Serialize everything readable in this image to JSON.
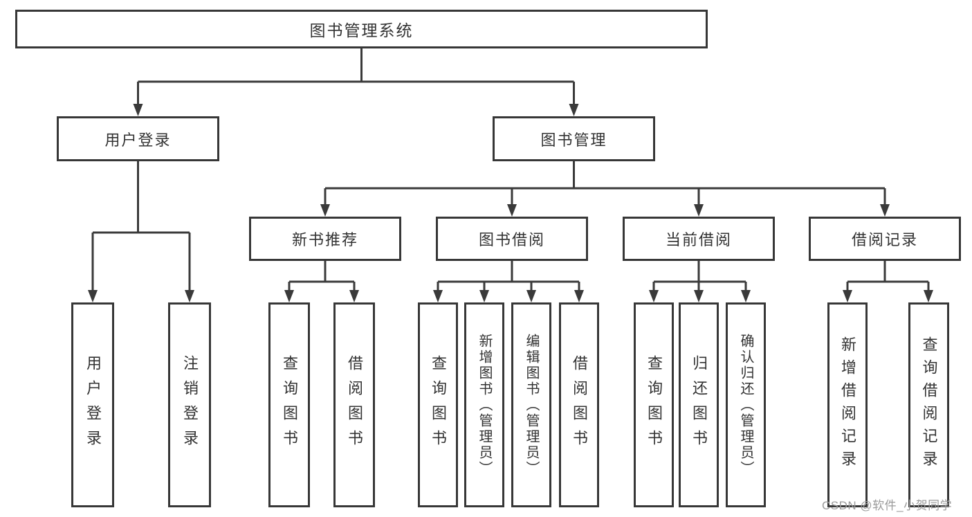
{
  "title": {
    "root": "图书管理系统"
  },
  "level2": [
    {
      "label": "用户登录"
    },
    {
      "label": "图书管理"
    }
  ],
  "level3": [
    {
      "label": "新书推荐"
    },
    {
      "label": "图书借阅"
    },
    {
      "label": "当前借阅"
    },
    {
      "label": "借阅记录"
    }
  ],
  "leaves": [
    {
      "label": "用户登录"
    },
    {
      "label": "注销登录"
    },
    {
      "label": "查询图书"
    },
    {
      "label": "借阅图书"
    },
    {
      "label": "查询图书"
    },
    {
      "label": "新增图书（管理员）"
    },
    {
      "label": "编辑图书（管理员）"
    },
    {
      "label": "借阅图书"
    },
    {
      "label": "查询图书"
    },
    {
      "label": "归还图书"
    },
    {
      "label": "确认归还（管理员）"
    },
    {
      "label": "新增借阅记录"
    },
    {
      "label": "查询借阅记录"
    }
  ],
  "watermark": {
    "text": "CSDN @软件_小贺同学"
  },
  "colors": {
    "line": "#3a3a3a",
    "box_border": "#373737",
    "text": "#323232",
    "watermark": "#9a9a9a",
    "background": "#ffffff"
  }
}
